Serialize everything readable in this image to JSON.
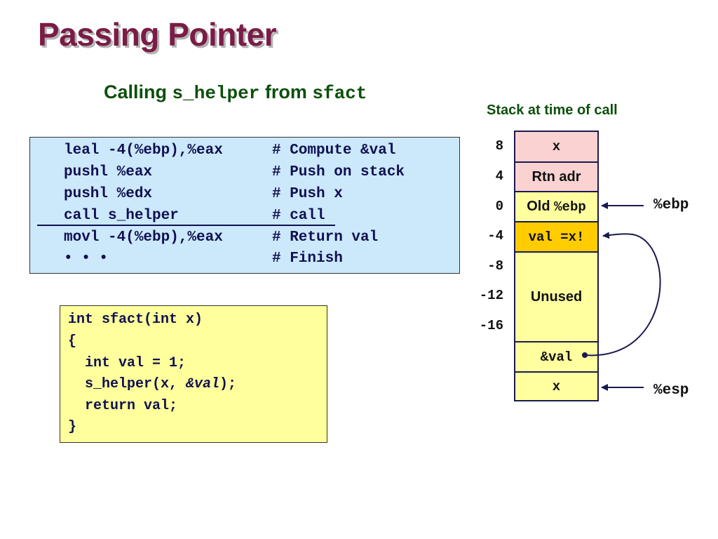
{
  "title": "Passing Pointer",
  "subtitle": {
    "calling": "Calling",
    "func": "s_helper",
    "from": "from",
    "caller": "sfact"
  },
  "stack_caption": "Stack at time of call",
  "assembly": [
    {
      "instr": "leal -4(%ebp),%eax",
      "comment": "# Compute &val"
    },
    {
      "instr": "pushl %eax",
      "comment": "# Push on stack"
    },
    {
      "instr": "pushl %edx",
      "comment": "# Push x"
    },
    {
      "instr": "call s_helper",
      "comment": "# call"
    },
    {
      "instr": "movl -4(%ebp),%eax",
      "comment": "# Return val"
    },
    {
      "instr": "• • •",
      "comment": "# Finish"
    }
  ],
  "c_code": {
    "line1": "int sfact(int x)",
    "line2": "{",
    "line3": "  int val = 1;",
    "line4_pre": "  s_helper(x, ",
    "line4_arg": "&val",
    "line4_post": ");",
    "line5": "  return val;",
    "line6": "}"
  },
  "offsets": [
    "8",
    "4",
    "0",
    "-4",
    "-8",
    "-12",
    "-16"
  ],
  "stack_cells": {
    "x_top": "x",
    "rtn_adr": "Rtn adr",
    "old_ebp_word": "Old",
    "old_ebp_reg": "%ebp",
    "val": "val =x!",
    "unused": "Unused",
    "addr_val": "&val",
    "x_bottom": "x"
  },
  "registers": {
    "ebp": "%ebp",
    "esp": "%esp"
  },
  "colors": {
    "title": "#7a1c46",
    "subtitle": "#0c4f0c",
    "asm_bg": "#cce8fb",
    "c_bg": "#ffff9c",
    "cell_pink": "#fad2d2",
    "cell_yellow": "#ffffa0",
    "cell_orange": "#ffcc00",
    "arrow": "#1a1a4e"
  }
}
